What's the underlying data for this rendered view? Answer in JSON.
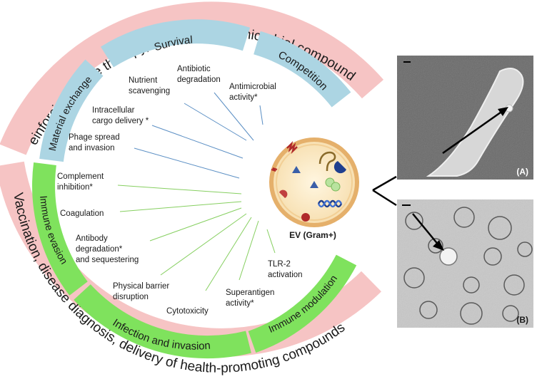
{
  "outer_arcs": {
    "top": "Reinforcing phage therapy, delivery of antimicrobial compounds",
    "bottom": "Vaccination, disease diagnosis, delivery of health-promoting compounds"
  },
  "categories": {
    "material_exchange": "Material exchange",
    "survival": "Survival",
    "competition": "Competition",
    "immune_evasion": "Immune evasion",
    "infection_invasion": "Infection and invasion",
    "immune_modulation": "Immune modulation"
  },
  "functions": [
    "Nutrient\nscavenging",
    "Antibiotic\ndegradation",
    "Antimicrobial\nactivity*",
    "Intracellular\ncargo delivery *",
    "Phage spread\nand invasion",
    "Complement\ninhibition*",
    "Coagulation",
    "Antibody\ndegradation*\nand sequestering",
    "Physical barrier\ndisruption",
    "Cytotoxicity",
    "Superantigen\nactivity*",
    "TLR-2\nactivation"
  ],
  "ev_label": "EV (Gram+)",
  "panels": {
    "a": "(A)",
    "b": "(B)"
  },
  "colors": {
    "outer_arc": "#f6c4c4",
    "blue_band": "#acd5e3",
    "green_band": "#7fe25d",
    "blue_line": "#5b8fc4",
    "green_line": "#86cf60"
  }
}
